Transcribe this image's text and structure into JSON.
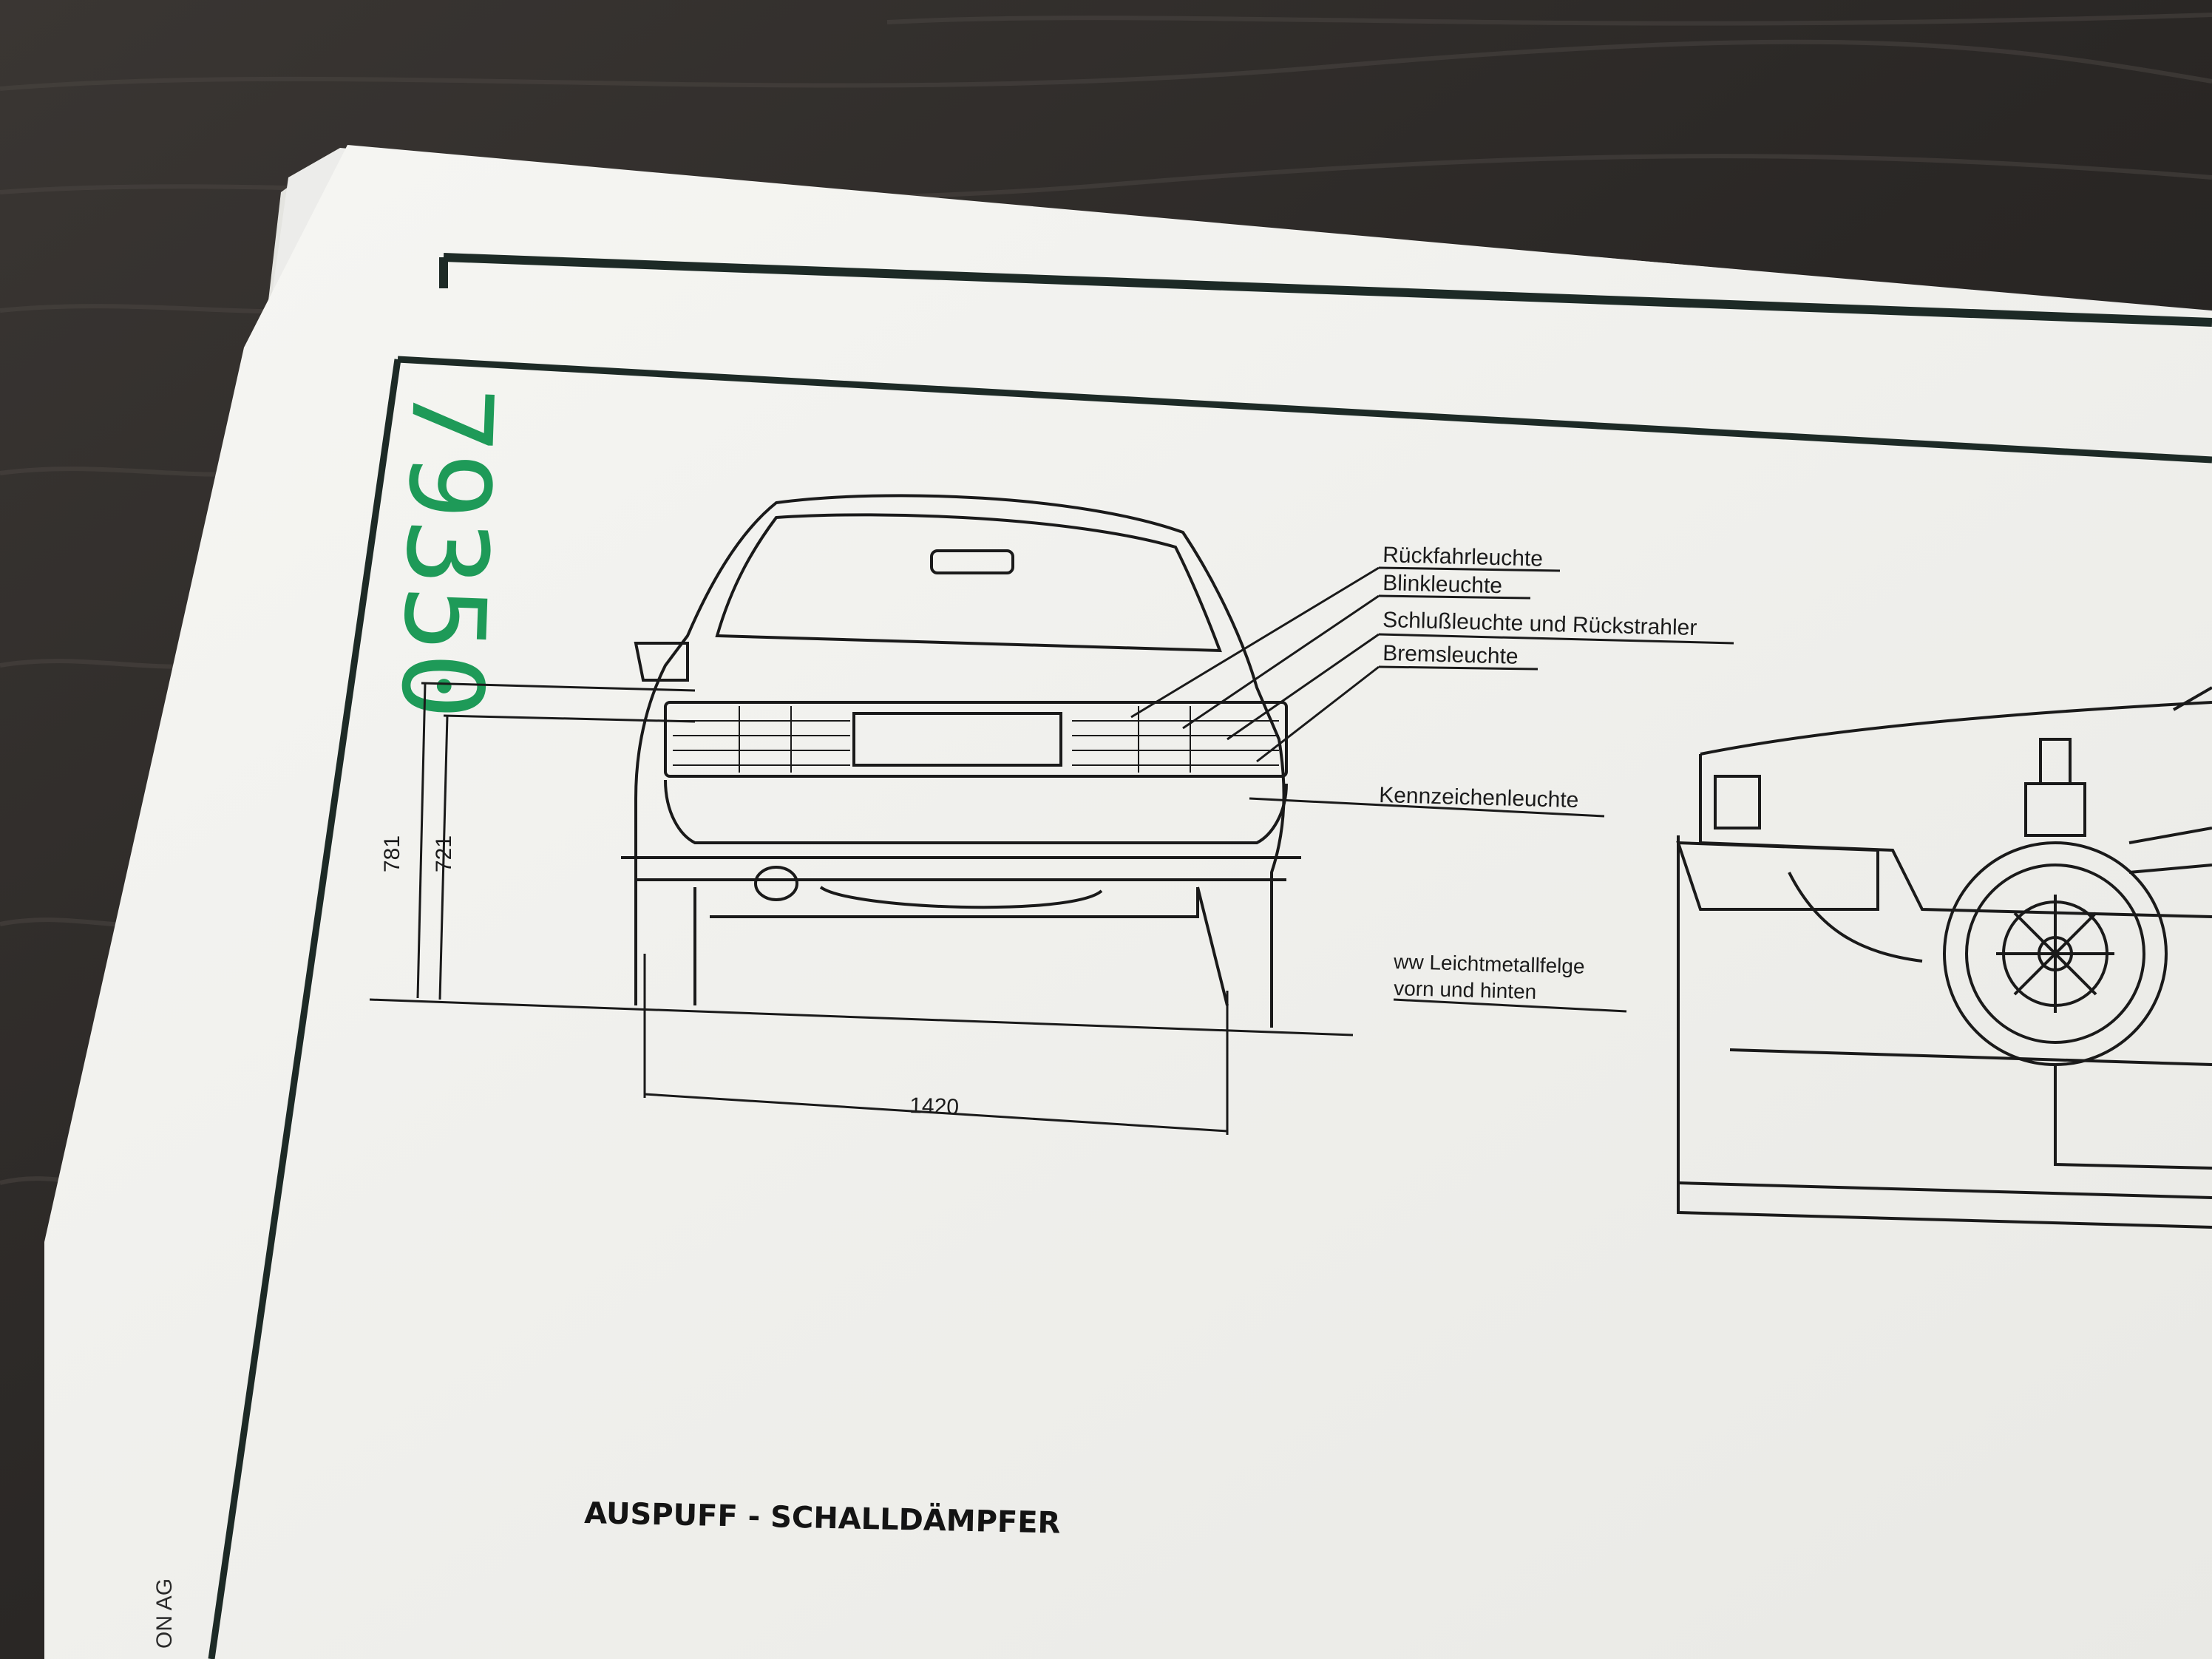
{
  "photo": {
    "stamp_number": "79350",
    "stamp_color": "#1e9a58",
    "background_color": "#2b2826",
    "paper_color": "#f3f3f0"
  },
  "drawing": {
    "callouts": {
      "reverse_light": "Rückfahrleuchte",
      "turn_signal": "Blinkleuchte",
      "tail_light_reflector": "Schlußleuchte und Rückstrahler",
      "brake_light": "Bremsleuchte",
      "plate_light": "Kennzeichenleuchte",
      "alloy_wheel_line1": "ww Leichtmetallfelge",
      "alloy_wheel_line2": "vorn und hinten"
    },
    "dimensions": {
      "height_outer": "781",
      "height_inner": "721",
      "track_width": "1420"
    },
    "caption": "AUSPUFF - SCHALLDÄMPFER",
    "edge_text": "ON AG"
  }
}
